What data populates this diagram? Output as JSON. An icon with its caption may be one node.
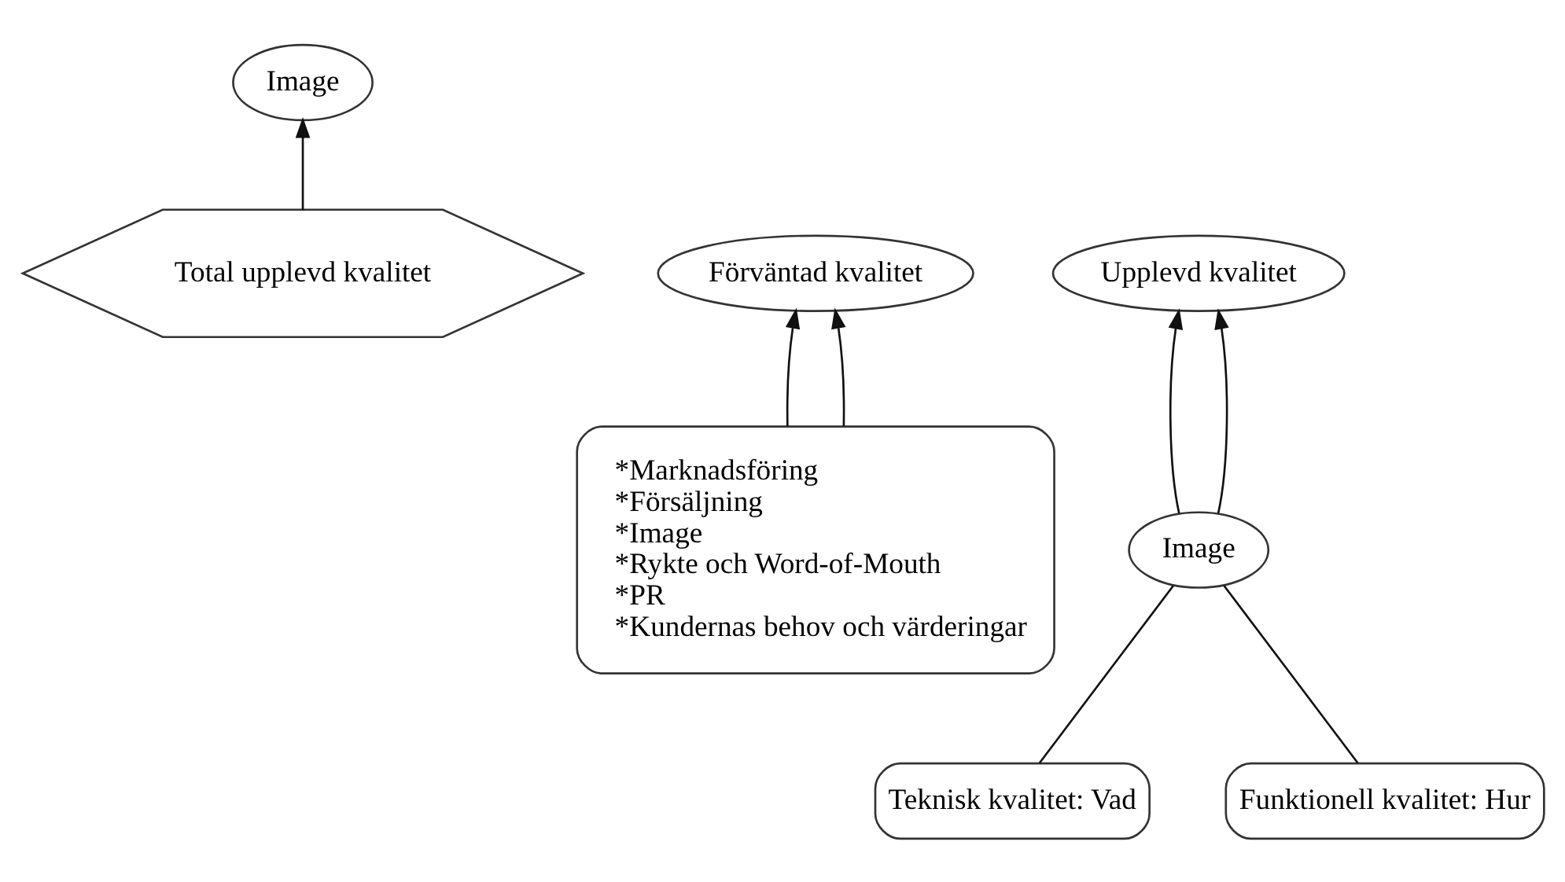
{
  "diagram": {
    "nodes": [
      {
        "text": [
          "Image"
        ]
      },
      {
        "text": [
          "Förväntad kvalitet"
        ]
      },
      {
        "text": [
          "Total upplevd kvalitet"
        ]
      },
      {
        "text": [
          "Upplevd kvalitet"
        ]
      },
      {
        "text": [
          "*Marknadsföring",
          "*Försäljning",
          "*Image",
          "*Rykte och Word-of-Mouth",
          "*PR",
          "*Kundernas behov och värderingar"
        ]
      },
      {
        "text": [
          "Image"
        ]
      },
      {
        "text": [
          "Teknisk kvalitet: Vad"
        ]
      },
      {
        "text": [
          "Funktionell kvalitet: Hur"
        ]
      }
    ],
    "edges": [
      {
        "from": 2,
        "to": 0,
        "arrow": "to"
      },
      {
        "from": 4,
        "to": 1,
        "arrow": "to"
      },
      {
        "from": 4,
        "to": 1,
        "arrow": "to"
      },
      {
        "from": 5,
        "to": 3,
        "arrow": "to"
      },
      {
        "from": 5,
        "to": 3,
        "arrow": "to"
      },
      {
        "from": 6,
        "to": 5,
        "arrow": "none"
      },
      {
        "from": 7,
        "to": 5,
        "arrow": "none"
      }
    ]
  }
}
